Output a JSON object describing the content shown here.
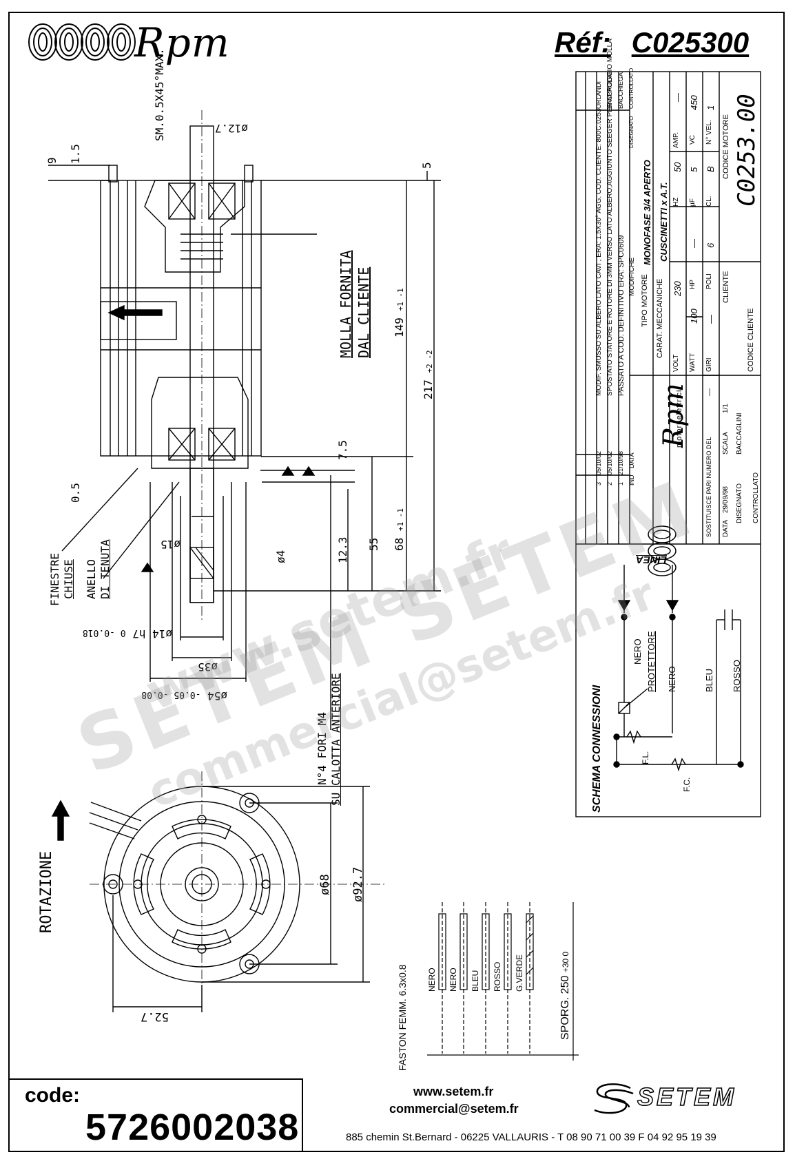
{
  "header": {
    "brand": "Rpm",
    "ref_label": "Réf:",
    "ref_value": "C025300"
  },
  "dimensions": {
    "chamfer": "SM.0.5X45°MAX.",
    "d_12_7": "ø12.7",
    "d_9": "9",
    "d_1_5": "1.5",
    "d_5": "5",
    "d_0_5": "0.5",
    "d_7_5": "7.5",
    "d_149": "149",
    "d_149_tol": "+1 -1",
    "d_217": "217",
    "d_217_tol": "+2 -2",
    "d_68": "68",
    "d_68_tol": "+1 -1",
    "d_55": "55",
    "d_12_3": "12.3",
    "d_4": "ø4",
    "d_15": "ø15",
    "d_14": "ø14 h7",
    "d_14_tol": "0 -0.018",
    "d_35": "ø35",
    "d_54": "ø54",
    "d_54_tol": "-0.05 -0.08",
    "d_68b": "ø68",
    "d_92_7": "ø92.7",
    "d_52_7": "52.7"
  },
  "notes": {
    "molla_1": "MOLLA FORNITA",
    "molla_2": "DAL CLIENTE",
    "finestre_1": "FINESTRE",
    "finestre_2": "CHIUSE",
    "anello_1": "ANELLO",
    "anello_2": "DI TENUTA",
    "fori_1": "N°4 FORI M4",
    "fori_2": "SU CALOTTA ANTERIORE",
    "rotazione": "ROTAZIONE"
  },
  "title_block": {
    "revisions": [
      {
        "ind": "3",
        "date": "05/10/02",
        "text": "MODIF. SMUSSO SU ALBERO LATO CAVI , ERA: 1.5X30° AGG. COD. CLIENTE: 800C.0253",
        "by": "ORLANDI"
      },
      {
        "ind": "2",
        "date": "05/10/02",
        "text": "SPOSTATO STATORE E ROTORE DI 3MM VERSO LATO ALBERO,AGGIUNTO SEEGER PER APPOGGIO MOLLA",
        "by": "BACCAGLINI"
      },
      {
        "ind": "1",
        "date": "21/10/98",
        "text": "PASSATO A COD. DEFINITIVO ERA: SPC0609",
        "by": "BACCHIEGA"
      }
    ],
    "rev_header": {
      "ind": "IND",
      "data": "DATA",
      "modifiche": "MODIFICHE",
      "disegnato": "DISEGNATO",
      "controllato": "CONTROLLATO"
    },
    "tipo_motore_label": "TIPO MOTORE",
    "tipo_motore": "MONOFASE 3/4 APERTO",
    "carat_label": "CARAT. MECCANICHE",
    "carat": "CUSCINETTI x A.T.",
    "volt_label": "VOLT",
    "volt": "230",
    "hz_label": "HZ",
    "hz": "50",
    "amp_label": "AMP.",
    "amp": "—",
    "watt_label": "WATT",
    "watt": "100",
    "hp_label": "HP",
    "hp": "—",
    "uf_label": "µF",
    "uf": "5",
    "vc_label": "VC",
    "vc": "450",
    "giri_label": "GIRI",
    "giri": "—",
    "poli_label": "POLI",
    "poli": "6",
    "cl_label": "CL.",
    "cl": "B",
    "nvel_label": "N° VEL.",
    "nvel": "1",
    "cliente_label": "CLIENTE",
    "codice_motore_label": "CODICE MOTORE",
    "codice_motore": "C0253.00",
    "codice_cliente_label": "CODICE CLIENTE",
    "sostituisce_label": "SOSTITUISCE PARI NUMERO DEL",
    "sostituisce": "—",
    "data_label": "DATA",
    "data": "29/09/98",
    "scala_label": "SCALA",
    "scala": "1/1",
    "disegnato_label": "DISEGNATO",
    "disegnato": "BACCAGLINI",
    "controllato_label": "CONTROLLATO",
    "brand": "Rpm",
    "brand_sub": "motori elettrici"
  },
  "schema": {
    "title": "SCHEMA CONNESSIONI",
    "linea": "LINEA",
    "nero1": "NERO",
    "protettore": "PROTETTORE",
    "nero2": "NERO",
    "bleu": "BLEU",
    "rosso": "ROSSO",
    "fl": "F.L.",
    "fc": "F.C."
  },
  "wires": {
    "faston": "FASTON FEMM. 6.3x0.8",
    "labels": [
      "NERO",
      "NERO",
      "BLEU",
      "ROSSO",
      "G.VERDE"
    ],
    "sporg": "SPORG. 250",
    "sporg_tol": "+30 0"
  },
  "footer": {
    "code_label": "code:",
    "code_value": "5726002038",
    "web": "www.setem.fr",
    "mail": "commercial@setem.fr",
    "address": "885 chemin St.Bernard  -  06225 VALLAURIS  -  T 08 90 71 00 39   F 04 92 95 19 39",
    "setem": "SETEM"
  },
  "watermark": {
    "line1": "www.setem.fr",
    "line2": "SETEM  SETEM",
    "line3": "commercial@setem.fr"
  }
}
